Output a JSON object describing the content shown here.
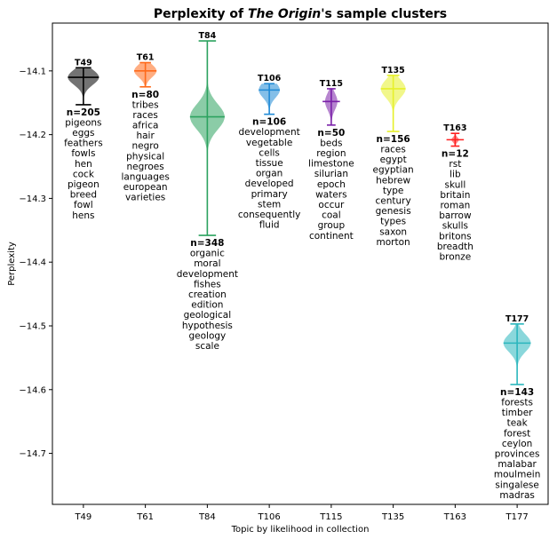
{
  "chart_data": {
    "type": "violin",
    "title_pre": "Perplexity of ",
    "title_italic": "The Origin",
    "title_post": "'s sample clusters",
    "xlabel": "Topic by likelihood in collection",
    "ylabel": "Perplexity",
    "ylim": [
      -14.78,
      -14.025
    ],
    "yticks": [
      -14.1,
      -14.2,
      -14.3,
      -14.4,
      -14.5,
      -14.6,
      -14.7
    ],
    "ytick_labels": [
      "−14.1",
      "−14.2",
      "−14.3",
      "−14.4",
      "−14.5",
      "−14.6",
      "−14.7"
    ],
    "categories": [
      "T49",
      "T61",
      "T84",
      "T106",
      "T115",
      "T135",
      "T163",
      "T177"
    ],
    "series": [
      {
        "topic": "T49",
        "n_label": "n=205",
        "median": -14.11,
        "min": -14.153,
        "max": -14.095,
        "half_width": 0.25,
        "spread": 0.012,
        "color": "#000000",
        "words": [
          "pigeons",
          "eggs",
          "feathers",
          "fowls",
          "hen",
          "cock",
          "pigeon",
          "breed",
          "fowl",
          "hens"
        ]
      },
      {
        "topic": "T61",
        "n_label": "n=80",
        "median": -14.1,
        "min": -14.125,
        "max": -14.087,
        "half_width": 0.18,
        "spread": 0.01,
        "color": "#ff6a1a",
        "words": [
          "tribes",
          "races",
          "africa",
          "hair",
          "negro",
          "physical",
          "negroes",
          "languages",
          "european",
          "varieties"
        ]
      },
      {
        "topic": "T84",
        "n_label": "n=348",
        "median": -14.172,
        "min": -14.358,
        "max": -14.053,
        "half_width": 0.28,
        "spread": 0.02,
        "color": "#2ca25f",
        "words": [
          "organic",
          "moral",
          "development",
          "fishes",
          "creation",
          "edition",
          "geological",
          "hypothesis",
          "geology",
          "scale"
        ]
      },
      {
        "topic": "T106",
        "n_label": "n=106",
        "median": -14.13,
        "min": -14.168,
        "max": -14.12,
        "half_width": 0.17,
        "spread": 0.012,
        "color": "#1f8ad6",
        "words": [
          "development",
          "vegetable",
          "cells",
          "tissue",
          "organ",
          "developed",
          "primary",
          "stem",
          "consequently",
          "fluid"
        ]
      },
      {
        "topic": "T115",
        "n_label": "n=50",
        "median": -14.148,
        "min": -14.185,
        "max": -14.128,
        "half_width": 0.1,
        "spread": 0.013,
        "color": "#7a1fa8",
        "words": [
          "beds",
          "region",
          "limestone",
          "silurian",
          "epoch",
          "waters",
          "occur",
          "coal",
          "group",
          "continent"
        ]
      },
      {
        "topic": "T135",
        "n_label": "n=156",
        "median": -14.128,
        "min": -14.195,
        "max": -14.107,
        "half_width": 0.2,
        "spread": 0.014,
        "color": "#e6f02a",
        "words": [
          "races",
          "egypt",
          "egyptian",
          "hebrew",
          "type",
          "century",
          "genesis",
          "types",
          "saxon",
          "morton"
        ]
      },
      {
        "topic": "T163",
        "n_label": "n=12",
        "median": -14.208,
        "min": -14.218,
        "max": -14.198,
        "half_width": 0.06,
        "spread": 0.004,
        "color": "#ff2020",
        "words": [
          "rst",
          "lib",
          "skull",
          "britain",
          "roman",
          "barrow",
          "skulls",
          "britons",
          "breadth",
          "bronze"
        ]
      },
      {
        "topic": "T177",
        "n_label": "n=143",
        "median": -14.527,
        "min": -14.592,
        "max": -14.497,
        "half_width": 0.22,
        "spread": 0.014,
        "color": "#2ab6bd",
        "words": [
          "forests",
          "timber",
          "teak",
          "forest",
          "ceylon",
          "provinces",
          "malabar",
          "moulmein",
          "singalese",
          "madras"
        ]
      }
    ]
  }
}
